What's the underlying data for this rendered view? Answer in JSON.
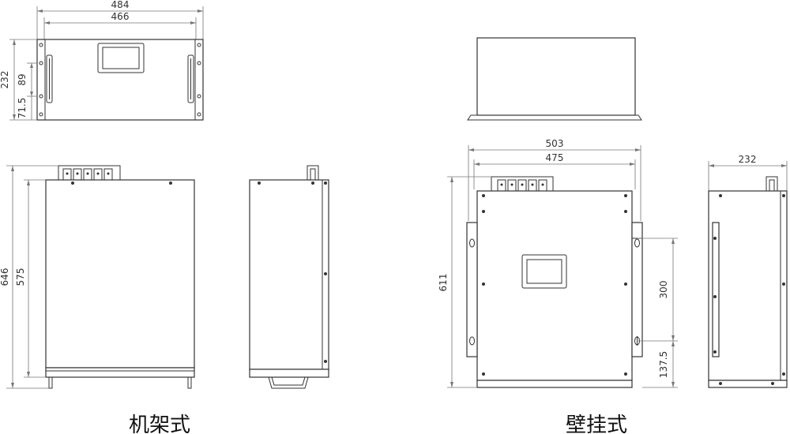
{
  "rack": {
    "caption": "机架式",
    "front": {
      "width_outer": "484",
      "width_inner": "466",
      "height_total": "232",
      "height_mid": "89",
      "height_low": "71.5"
    },
    "side": {
      "height_total": "646",
      "height_body": "575"
    }
  },
  "wall": {
    "caption": "壁挂式",
    "front": {
      "width_outer": "503",
      "width_inner": "475",
      "height_total": "611",
      "hole_spacing": "300",
      "hole_offset": "137.5"
    },
    "side": {
      "depth": "232"
    }
  },
  "colors": {
    "line": "#333333",
    "dimension": "#777777",
    "background": "#ffffff"
  }
}
